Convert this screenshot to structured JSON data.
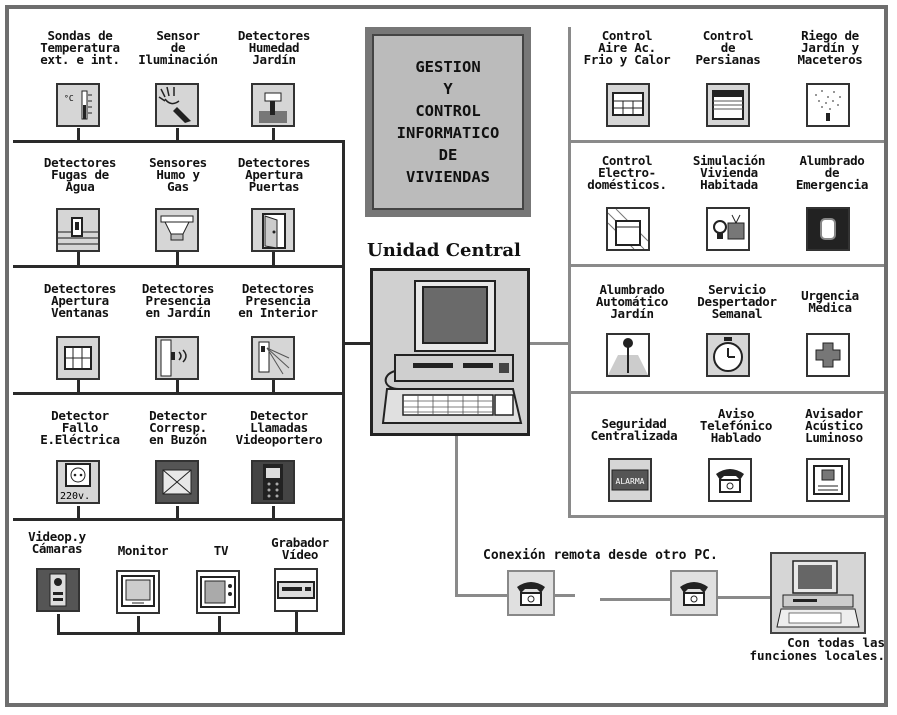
{
  "title": [
    "GESTION",
    "Y",
    "CONTROL",
    "INFORMATICO",
    "DE",
    "VIVIENDAS"
  ],
  "central_label": "Unidad Central",
  "remote_label": "Conexión remota desde otro PC.",
  "remote_pc_caption": "Con todas las\nfunciones locales.",
  "box_text": {
    "alarm": "ALARMA",
    "voltage": "220v."
  },
  "left_items": [
    {
      "label": "Sondas de\nTemperatura\next. e int.",
      "icon": "thermometer-icon"
    },
    {
      "label": "Sensor\nde\nIluminación",
      "icon": "light-sensor-icon"
    },
    {
      "label": "Detectores\nHumedad\nJardín",
      "icon": "humidity-icon"
    },
    {
      "label": "Detectores\nFugas de\nAgua",
      "icon": "water-leak-icon"
    },
    {
      "label": "Sensores\nHumo y\nGas",
      "icon": "smoke-gas-icon"
    },
    {
      "label": "Detectores\nApertura\nPuertas",
      "icon": "door-icon"
    },
    {
      "label": "Detectores\nApertura\nVentanas",
      "icon": "window-icon"
    },
    {
      "label": "Detectores\nPresencia\nen Jardín",
      "icon": "garden-presence-icon"
    },
    {
      "label": "Detectores\nPresencia\nen Interior",
      "icon": "interior-presence-icon"
    },
    {
      "label": "Detector\nFallo\nE.Eléctrica",
      "icon": "power-outlet-icon"
    },
    {
      "label": "Detector\nCorresp.\nen Buzón",
      "icon": "mailbox-icon"
    },
    {
      "label": "Detector\nLlamadas\nVideoportero",
      "icon": "videointercom-icon"
    },
    {
      "label": "Videop.y\nCámaras",
      "icon": "camera-icon"
    },
    {
      "label": "Monitor",
      "icon": "monitor-icon"
    },
    {
      "label": "TV",
      "icon": "tv-icon"
    },
    {
      "label": "Grabador\nVídeo",
      "icon": "vcr-icon"
    }
  ],
  "right_items": [
    {
      "label": "Control\nAire Ac.\nFrio y Calor",
      "icon": "air-conditioning-icon"
    },
    {
      "label": "Control\nde\nPersianas",
      "icon": "blinds-icon"
    },
    {
      "label": "Riego de\nJardín y\nMaceteros",
      "icon": "irrigation-icon"
    },
    {
      "label": "Control\nElectro-\ndomésticos.",
      "icon": "appliance-icon"
    },
    {
      "label": "Simulación\nVivienda\nHabitada",
      "icon": "lamp-tv-icon"
    },
    {
      "label": "Alumbrado\nde\nEmergencia",
      "icon": "emergency-light-icon"
    },
    {
      "label": "Alumbrado\nAutomático\nJardín",
      "icon": "garden-lamp-icon"
    },
    {
      "label": "Servicio\nDespertador\nSemanal",
      "icon": "clock-icon"
    },
    {
      "label": "Urgencia\nMédica",
      "icon": "medical-cross-icon"
    },
    {
      "label": "Seguridad\nCentralizada",
      "icon": "alarm-icon"
    },
    {
      "label": "Aviso\nTelefónico\nHablado",
      "icon": "telephone-icon"
    },
    {
      "label": "Avisador\nAcústico\nLuminoso",
      "icon": "siren-icon"
    }
  ]
}
